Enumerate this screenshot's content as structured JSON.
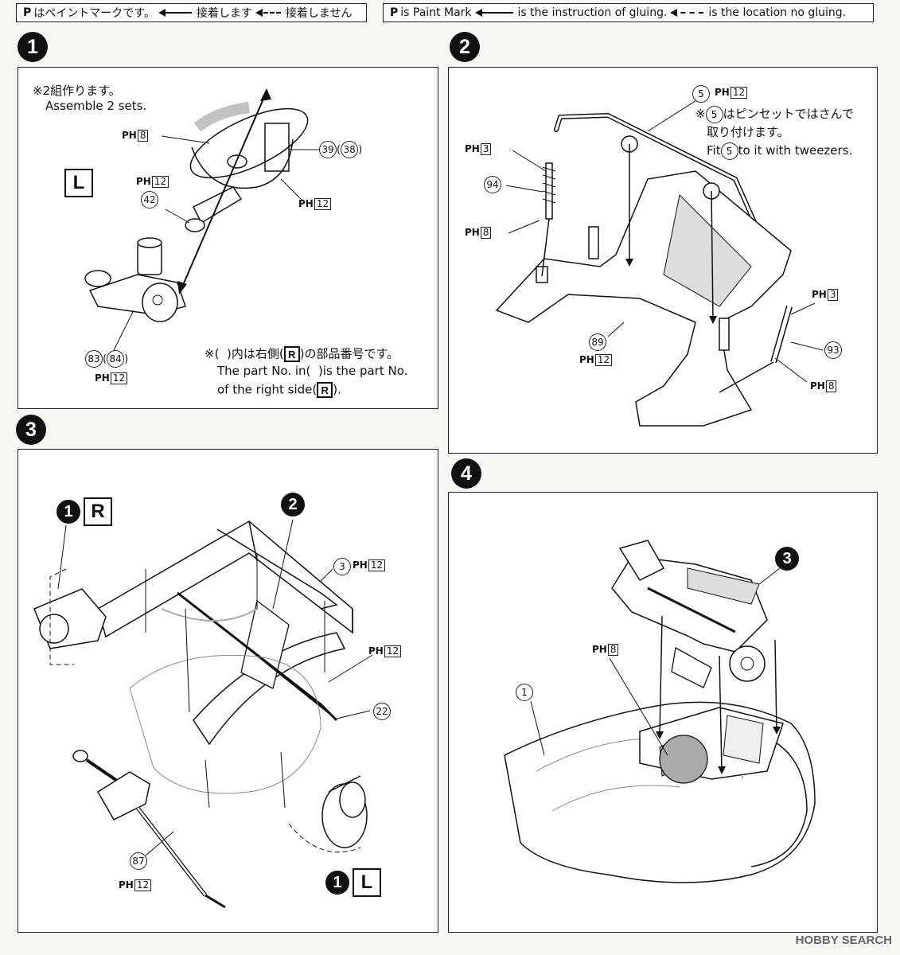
{
  "legend_jp": {
    "mark": "P",
    "paint": "はペイントマークです。",
    "glue": "接着します",
    "noglue": "接着しません"
  },
  "legend_en": {
    "mark": "P",
    "paint": "is Paint Mark",
    "glue": "is the instruction of gluing.",
    "noglue": "is the location no gluing."
  },
  "steps": [
    "1",
    "2",
    "3",
    "4"
  ],
  "step1": {
    "note_jp": "※2組作ります。",
    "note_en": "Assemble 2 sets.",
    "side_L": "L",
    "paint_39": {
      "ph": "PH",
      "num": "8"
    },
    "paint_42": {
      "ph": "PH",
      "num": "12"
    },
    "paint_39b": {
      "ph": "PH",
      "num": "12"
    },
    "paint_83": {
      "ph": "PH",
      "num": "12"
    },
    "part_39": "39",
    "part_38": "38",
    "part_42": "42",
    "part_83": "83",
    "part_84": "84",
    "right_note_jp_a": "※(",
    "right_note_jp_b": ")内は右側(",
    "right_note_jp_r": "R",
    "right_note_jp_c": ")の部品番号です。",
    "right_note_en_a": "The part No. in(",
    "right_note_en_b": ")is the part No.",
    "right_note_en_c": "of the right side(",
    "right_note_en_r": "R",
    "right_note_en_d": ")."
  },
  "step2": {
    "part_5": "5",
    "paint_5": {
      "ph": "PH",
      "num": "12"
    },
    "note_jp_a": "※",
    "note_jp_num": "5",
    "note_jp_b": "はピンセットではさんで",
    "note_jp_c": "取り付けます。",
    "note_en_a": "Fit",
    "note_en_num": "5",
    "note_en_b": "to it with tweezers.",
    "paint_94_top": {
      "ph": "PH",
      "num": "3"
    },
    "part_94": "94",
    "paint_94_bottom": {
      "ph": "PH",
      "num": "8"
    },
    "part_89": "89",
    "paint_89": {
      "ph": "PH",
      "num": "12"
    },
    "paint_93_top": {
      "ph": "PH",
      "num": "3"
    },
    "part_93": "93",
    "paint_93_bottom": {
      "ph": "PH",
      "num": "8"
    }
  },
  "step3": {
    "ref_1R_num": "1",
    "ref_1R_side": "R",
    "ref_2": "2",
    "part_3": "3",
    "paint_3": {
      "ph": "PH",
      "num": "12"
    },
    "paint_mid": {
      "ph": "PH",
      "num": "12"
    },
    "part_22": "22",
    "part_87": "87",
    "paint_87": {
      "ph": "PH",
      "num": "12"
    },
    "ref_1L_num": "1",
    "ref_1L_side": "L"
  },
  "step4": {
    "ref_3": "3",
    "paint_8": {
      "ph": "PH",
      "num": "8"
    },
    "part_1": "1"
  },
  "watermark": "HOBBY SEARCH"
}
